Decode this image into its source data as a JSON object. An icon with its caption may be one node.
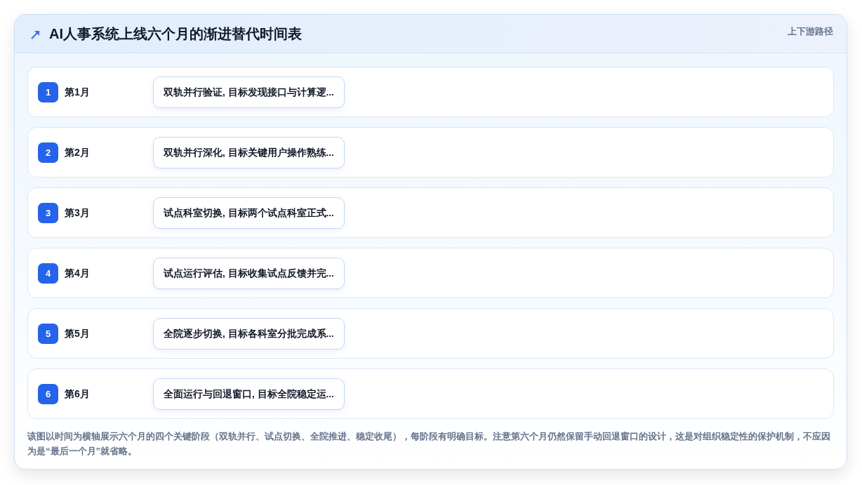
{
  "diagram": {
    "title": "AI人事系统上线六个月的渐进替代时间表",
    "caption": "该图以时间为横轴展示六个月的四个关键阶段（双轨并行、试点切换、全院推进、稳定收尾），每阶段有明确目标。注意第六个月仍然保留手动回退窗口的设计，这是对组织稳定性的保护机制，不应因为是“最后一个月”就省略。",
    "nodes": [
      {
        "text": [
          "第1月"
        ]
      },
      {
        "text": [
          "1"
        ],
        "in": 0
      },
      {
        "text": [
          "双轨并行验证, 目标发现接口与计算逻..."
        ],
        "in": 0
      },
      {
        "text": [
          "第2月"
        ]
      },
      {
        "text": [
          "2"
        ],
        "in": 3
      },
      {
        "text": [
          "双轨并行深化, 目标关键用户操作熟练..."
        ],
        "in": 3
      },
      {
        "text": [
          "第3月"
        ]
      },
      {
        "text": [
          "3"
        ],
        "in": 6
      },
      {
        "text": [
          "试点科室切换, 目标两个试点科室正式..."
        ],
        "in": 6
      },
      {
        "text": [
          "第4月"
        ]
      },
      {
        "text": [
          "4"
        ],
        "in": 9
      },
      {
        "text": [
          "试点运行评估, 目标收集试点反馈并完..."
        ],
        "in": 9
      },
      {
        "text": [
          "第5月"
        ]
      },
      {
        "text": [
          "5"
        ],
        "in": 12
      },
      {
        "text": [
          "全院逐步切换, 目标各科室分批完成系..."
        ],
        "in": 12
      },
      {
        "text": [
          "第6月"
        ]
      },
      {
        "text": [
          "6"
        ],
        "in": 15
      },
      {
        "text": [
          "全面运行与回退窗口, 目标全院稳定运..."
        ],
        "in": 15
      }
    ],
    "labels": [
      "上下游路径"
    ]
  }
}
